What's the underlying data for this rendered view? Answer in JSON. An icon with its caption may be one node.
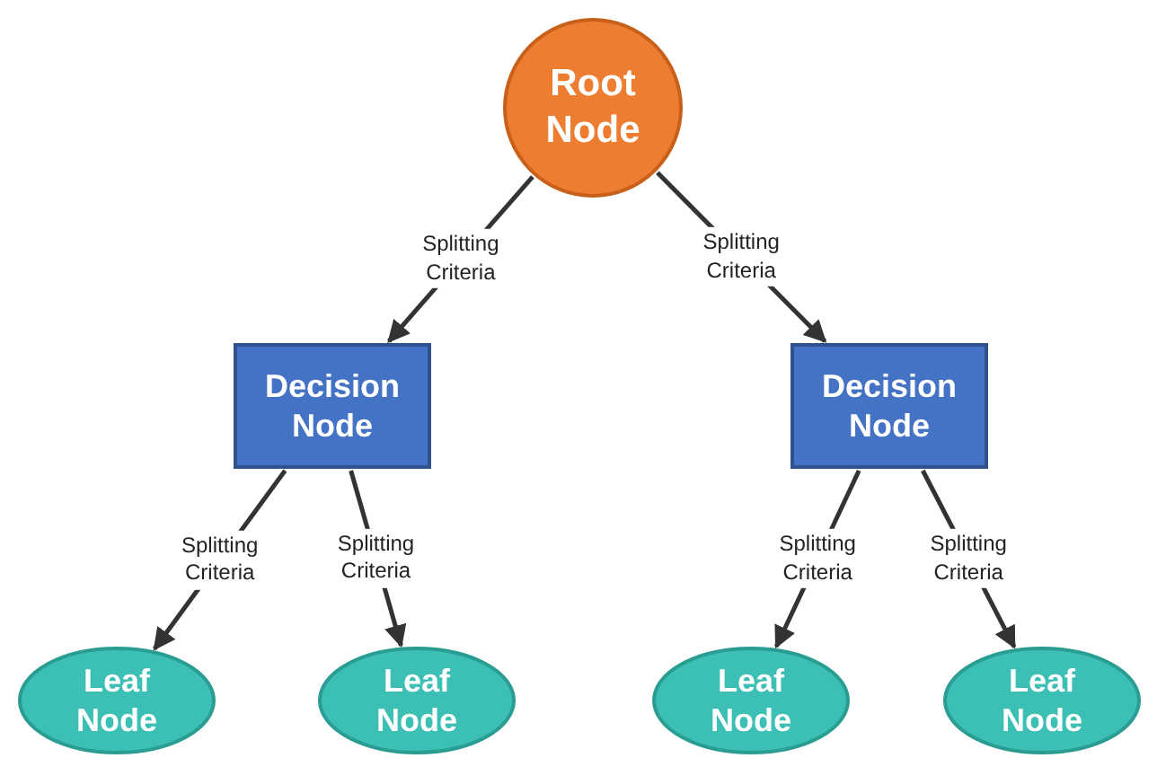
{
  "diagram": {
    "nodes": [
      {
        "text": [
          "Root Node"
        ]
      },
      {
        "text": [
          "Decision Node"
        ]
      },
      {
        "text": [
          "Decision Node"
        ]
      },
      {
        "text": [
          "Leaf Node"
        ]
      },
      {
        "text": [
          "Leaf Node"
        ]
      },
      {
        "text": [
          "Leaf Node"
        ]
      },
      {
        "text": [
          "Leaf Node"
        ]
      }
    ],
    "edges": [
      {
        "from": 0,
        "to": 1,
        "arrow": "to",
        "label": "Splitting Criteria"
      },
      {
        "from": 0,
        "to": 2,
        "arrow": "to",
        "label": "Splitting Criteria"
      },
      {
        "from": 1,
        "to": 3,
        "arrow": "to",
        "label": "Splitting Criteria"
      },
      {
        "from": 1,
        "to": 4,
        "arrow": "to",
        "label": "Splitting Criteria"
      },
      {
        "from": 2,
        "to": 5,
        "arrow": "to",
        "label": "Splitting Criteria"
      },
      {
        "from": 2,
        "to": 6,
        "arrow": "to",
        "label": "Splitting Criteria"
      }
    ]
  }
}
